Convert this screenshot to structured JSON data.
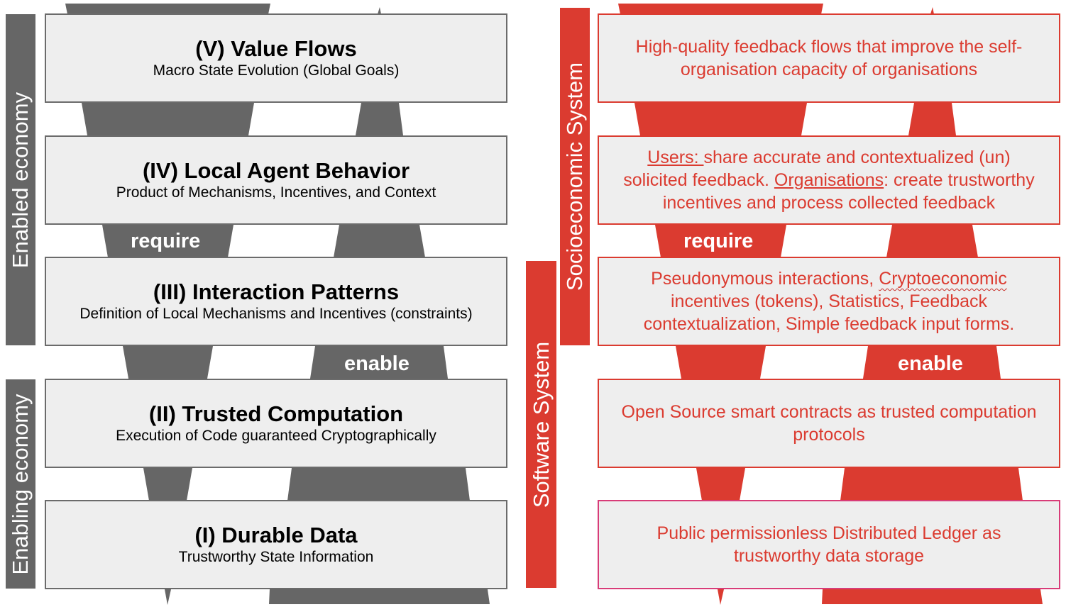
{
  "colors": {
    "gray": "#666666",
    "red": "#db3b30",
    "box_fill": "#eeeeee",
    "pink_border": "#d83c78"
  },
  "side_labels": {
    "enabled_economy": "Enabled economy",
    "enabling_economy": "Enabling economy",
    "socioeconomic_system": "Socioeconomic System",
    "software_system": "Software System"
  },
  "connectors": {
    "require": "require",
    "enable": "enable"
  },
  "layers": [
    {
      "title": "(V) Value Flows",
      "subtitle": "Macro State Evolution (Global Goals)"
    },
    {
      "title": "(IV) Local Agent Behavior",
      "subtitle": "Product of Mechanisms, Incentives, and Context"
    },
    {
      "title": "(III) Interaction Patterns",
      "subtitle": "Definition of Local Mechanisms and Incentives (constraints)"
    },
    {
      "title": "(II) Trusted Computation",
      "subtitle": "Execution of Code guaranteed Cryptographically"
    },
    {
      "title": "(I) Durable Data",
      "subtitle": "Trustworthy State Information"
    }
  ],
  "descriptions": {
    "v": "High-quality feedback flows that improve the self-organisation capacity of organisations",
    "iv": {
      "users_label": "Users: ",
      "users_text": "share accurate and contextualized (un) solicited feedback. ",
      "orgs_label": "Organisations",
      "orgs_text": ": create trustworthy incentives and process collected feedback"
    },
    "iii": {
      "part1": "Pseudonymous interactions, ",
      "flagged_word": "Cryptoeconomic",
      "part2": " incentives (tokens), Statistics, Feedback contextualization, Simple feedback input forms."
    },
    "ii": "Open Source smart contracts as trusted computation protocols",
    "i": "Public permissionless Distributed Ledger as trustworthy data storage"
  }
}
